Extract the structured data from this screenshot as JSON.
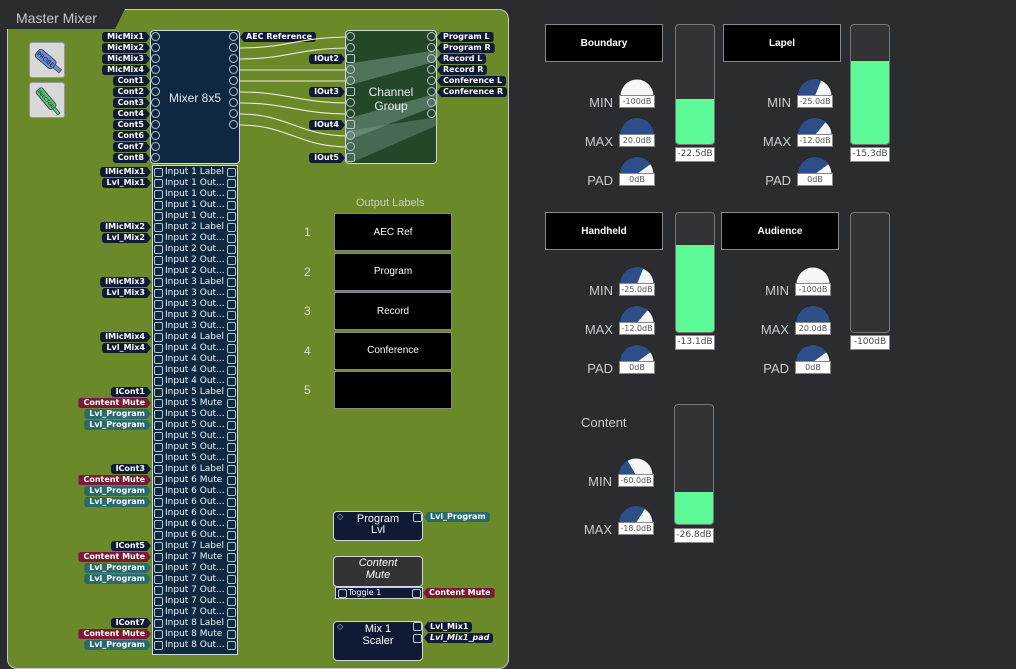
{
  "panel": {
    "title": "Master Mixer"
  },
  "tools": {
    "probe": "PROBE",
    "injector": "INJECTOR"
  },
  "mixer": {
    "title": "Mixer 8x5",
    "inputs": [
      "MicMix1",
      "MicMix2",
      "MicMix3",
      "MicMix4",
      "Cont1",
      "Cont2",
      "Cont3",
      "Cont4",
      "Cont5",
      "Cont6",
      "Cont7",
      "Cont8"
    ],
    "aec_output": "AEC Reference"
  },
  "channel_group": {
    "title_line1": "Channel",
    "title_line2": "Group",
    "inputs": [
      "IOut2",
      "IOut3",
      "IOut4",
      "IOut5"
    ],
    "outputs": [
      "Program L",
      "Program R",
      "Record L",
      "Record R",
      "Conference L",
      "Conference R"
    ]
  },
  "input_block": {
    "rows": [
      "Input 1 Label",
      "Input 1 Out...",
      "Input 1 Out...",
      "Input 1 Out...",
      "Input 1 Out...",
      "Input 2 Label",
      "Input 2 Out...",
      "Input 2 Out...",
      "Input 2 Out...",
      "Input 2 Out...",
      "Input 3 Label",
      "Input 3 Out...",
      "Input 3 Out...",
      "Input 3 Out...",
      "Input 3 Out...",
      "Input 4 Label",
      "Input 4 Out...",
      "Input 4 Out...",
      "Input 4 Out...",
      "Input 4 Out...",
      "Input 5 Label",
      "Input 5 Mute",
      "Input 5 Out...",
      "Input 5 Out...",
      "Input 5 Out...",
      "Input 5 Out...",
      "Input 5 Out...",
      "Input 6 Label",
      "Input 6 Mute",
      "Input 6 Out...",
      "Input 6 Out...",
      "Input 6 Out...",
      "Input 6 Out...",
      "Input 6 Out...",
      "Input 7 Label",
      "Input 7 Mute",
      "Input 7 Out...",
      "Input 7 Out...",
      "Input 7 Out...",
      "Input 7 Out...",
      "Input 7 Out...",
      "Input 8 Label",
      "Input 8 Mute",
      "Input 8 Out..."
    ],
    "tags": [
      {
        "row": 0,
        "label": "IMicMix1",
        "kind": "dark"
      },
      {
        "row": 1,
        "label": "Lvl_Mix1",
        "kind": "dark"
      },
      {
        "row": 5,
        "label": "IMicMix2",
        "kind": "dark"
      },
      {
        "row": 6,
        "label": "Lvl_Mix2",
        "kind": "dark"
      },
      {
        "row": 10,
        "label": "IMicMix3",
        "kind": "dark"
      },
      {
        "row": 11,
        "label": "Lvl_Mix3",
        "kind": "dark"
      },
      {
        "row": 15,
        "label": "IMicMix4",
        "kind": "dark"
      },
      {
        "row": 16,
        "label": "Lvl_Mix4",
        "kind": "dark"
      },
      {
        "row": 20,
        "label": "ICont1",
        "kind": "dark"
      },
      {
        "row": 21,
        "label": "Content Mute",
        "kind": "mute"
      },
      {
        "row": 22,
        "label": "Lvl_Program",
        "kind": "lvl"
      },
      {
        "row": 23,
        "label": "Lvl_Program",
        "kind": "lvl"
      },
      {
        "row": 27,
        "label": "ICont3",
        "kind": "dark"
      },
      {
        "row": 28,
        "label": "Content Mute",
        "kind": "mute"
      },
      {
        "row": 29,
        "label": "Lvl_Program",
        "kind": "lvl"
      },
      {
        "row": 30,
        "label": "Lvl_Program",
        "kind": "lvl"
      },
      {
        "row": 34,
        "label": "ICont5",
        "kind": "dark"
      },
      {
        "row": 35,
        "label": "Content Mute",
        "kind": "mute"
      },
      {
        "row": 36,
        "label": "Lvl_Program",
        "kind": "lvl"
      },
      {
        "row": 37,
        "label": "Lvl_Program",
        "kind": "lvl"
      },
      {
        "row": 41,
        "label": "ICont7",
        "kind": "dark"
      },
      {
        "row": 42,
        "label": "Content Mute",
        "kind": "mute"
      },
      {
        "row": 43,
        "label": "Lvl_Program",
        "kind": "lvl"
      }
    ]
  },
  "output_labels": {
    "heading": "Output Labels",
    "items": [
      {
        "num": "1",
        "label": "AEC Ref"
      },
      {
        "num": "2",
        "label": "Program"
      },
      {
        "num": "3",
        "label": "Record"
      },
      {
        "num": "4",
        "label": "Conference"
      },
      {
        "num": "5",
        "label": ""
      }
    ]
  },
  "program_lvl": {
    "title_line1": "Program",
    "title_line2": "Lvl",
    "tag": "Lvl_Program"
  },
  "content_mute": {
    "title_line1": "Content",
    "title_line2": "Mute",
    "toggle": "Toggle 1",
    "tag": "Content Mute"
  },
  "mix1_scaler": {
    "title_line1": "Mix 1",
    "title_line2": "Scaler",
    "tag1": "Lvl_Mix1",
    "tag2": "Lvl_Mix1_pad"
  },
  "strips": [
    {
      "name": "Boundary",
      "min": "-100dB",
      "max": "20.0dB",
      "pad": "0dB",
      "min_frac": 0.0,
      "max_frac": 1.0,
      "pad_frac": 0.8,
      "meter": "-22.5dB",
      "meter_frac": 0.38
    },
    {
      "name": "Lapel",
      "min": "-25.0dB",
      "max": "-12.0dB",
      "pad": "0dB",
      "min_frac": 0.62,
      "max_frac": 0.72,
      "pad_frac": 0.8,
      "meter": "-15.3dB",
      "meter_frac": 0.7
    },
    {
      "name": "Handheld",
      "min": "-25.0dB",
      "max": "-12.0dB",
      "pad": "0dB",
      "min_frac": 0.62,
      "max_frac": 0.72,
      "pad_frac": 0.8,
      "meter": "-13.1dB",
      "meter_frac": 0.73
    },
    {
      "name": "Audience",
      "min": "-100dB",
      "max": "20.0dB",
      "pad": "0dB",
      "min_frac": 0.0,
      "max_frac": 1.0,
      "pad_frac": 0.8,
      "meter": "-100dB",
      "meter_frac": 0.0
    }
  ],
  "content_strip": {
    "name": "Content",
    "min": "-60.0dB",
    "max": "-18.0dB",
    "min_frac": 0.33,
    "max_frac": 0.68,
    "meter": "-26.8dB",
    "meter_frac": 0.27
  },
  "labels": {
    "min": "MIN",
    "max": "MAX",
    "pad": "PAD"
  }
}
